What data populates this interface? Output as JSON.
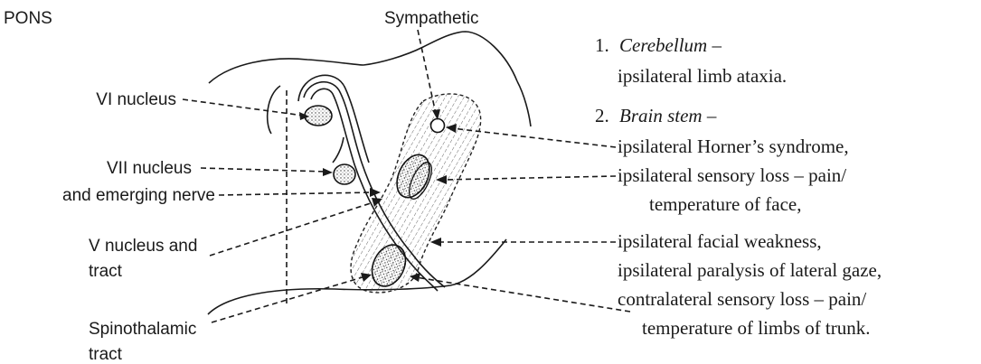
{
  "title": "PONS",
  "labels": {
    "sympathetic": "Sympathetic",
    "vi_nucleus": "VI nucleus",
    "vii_nucleus_line1": "VII nucleus",
    "vii_nucleus_line2": "and emerging nerve",
    "v_nucleus_line1": "V nucleus and",
    "v_nucleus_line2": "tract",
    "spinothalamic_line1": "Spinothalamic",
    "spinothalamic_line2": "tract"
  },
  "deficits": {
    "item1_number": "1.",
    "item1_heading": "Cerebellum",
    "item1_dash": " –",
    "item1_line": "ipsilateral limb ataxia.",
    "item2_number": "2.",
    "item2_heading": "Brain stem",
    "item2_dash": " –",
    "lines": [
      "ipsilateral Horner’s syndrome,",
      "ipsilateral sensory loss – pain/",
      "temperature of face,",
      "ipsilateral facial weakness,",
      "ipsilateral paralysis of lateral gaze,",
      "contralateral sensory loss – pain/",
      "temperature of limbs of trunk."
    ]
  }
}
